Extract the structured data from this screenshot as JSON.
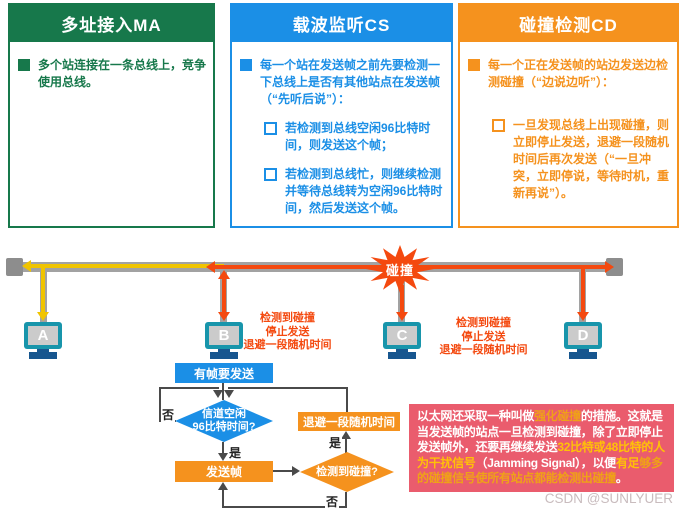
{
  "panels": {
    "ma": {
      "title": "多址接入MA",
      "bullet_text": "多个站连接在一条总线上，竞争使用总线。"
    },
    "cs": {
      "title": "载波监听CS",
      "intro": "每一个站在发送帧之前先要检测一下总线上是否有其他站点在发送帧（“先听后说”）：",
      "sub1": "若检测到总线空闲96比特时间，则发送这个帧；",
      "sub2": "若检测到总线忙，则继续检测并等待总线转为空闲96比特时间，然后发送这个帧。"
    },
    "cd": {
      "title": "碰撞检测CD",
      "intro": "每一个正在发送帧的站边发送边检测碰撞（“边说边听”）：",
      "sub1": "一旦发现总线上出现碰撞，则立即停止发送，退避一段随机时间后再次发送（“一旦冲突，立即停说，等待时机，重新再说”）。"
    }
  },
  "network": {
    "stations": {
      "a": "A",
      "b": "B",
      "c": "C",
      "d": "D"
    },
    "collision_label": "碰撞",
    "note_b": {
      "line1": "检测到碰撞",
      "line2": "停止发送",
      "line3": "退避一段随机时间"
    },
    "note_cd": {
      "line1": "检测到碰撞",
      "line2": "停止发送",
      "line3": "退避一段随机时间"
    }
  },
  "flowchart": {
    "start": "有帧要发送",
    "check_idle_line1": "信道空闲",
    "check_idle_line2": "96比特时间?",
    "send": "发送帧",
    "check_collision": "检测到碰撞?",
    "backoff": "退避一段随机时间",
    "label_no_idle": "否",
    "label_yes_idle": "是",
    "label_yes_collision": "是",
    "label_no_collision": "否"
  },
  "note": {
    "segments": [
      {
        "text": "以太网还采取一种叫做",
        "hl": null
      },
      {
        "text": "强化碰撞",
        "hl": "o"
      },
      {
        "text": "的措施。这就是当发送帧的站点一旦检测到碰撞，除了立即停止发送帧外，还要再继续发送",
        "hl": null
      },
      {
        "text": "32比特或48比特的人为干扰信号",
        "hl": "y"
      },
      {
        "text": "（Jamming Signal），以便",
        "hl": null
      },
      {
        "text": "有足",
        "hl": "y"
      },
      {
        "text": "够多的碰撞信号使所有站点都能检测出碰撞",
        "hl": "o"
      },
      {
        "text": "。",
        "hl": null
      }
    ]
  },
  "watermark": "CSDN @SUNLYUER",
  "colors": {
    "green": "#17784b",
    "blue": "#1b8fe6",
    "orange": "#f5921e",
    "red_signal": "#f4490f",
    "yellow_signal": "#f0c400",
    "bus_gray": "#a2a2a2",
    "monitor_teal": "#1895ab",
    "stand_blue": "#17568f",
    "note_pink": "#ea5c6d",
    "highlight_yellow": "#ffc107",
    "highlight_orange": "#efa118"
  }
}
